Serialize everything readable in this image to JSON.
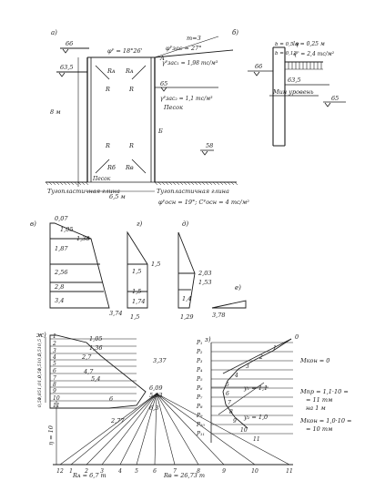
{
  "panel_a": {
    "tag": "а)",
    "elev_66": "66",
    "elev_63_5": "63,5",
    "elev_65": "65",
    "elev_58": "58",
    "depth_8m": "8 м",
    "width_6_5m": "6,5 м",
    "phi_top": "φᴾ = 18°26'",
    "m3": "m=3",
    "phi_za": "φᴾзас = 27°",
    "gamma1": "γᴾзас₁ = 1,98 тс/м³",
    "gamma2": "γᴾзас₂ = 1,1 тс/м³",
    "sand": "Песок",
    "sand_bottom": "Песок",
    "clay_left": "Тугопластичная глина",
    "clay_right": "Тугопластичная глина",
    "soil_params": "φᴾосн = 19°; Сᴾосн = 4 тс/м²",
    "label_A": "A",
    "label_B": "Б",
    "RA_left": "Rᴀ",
    "RA_right": "Rᴀ",
    "RB_left": "Rб",
    "RB_right": "Rв",
    "R_ul": "R",
    "R_ur": "R",
    "R_ll": "R",
    "R_lr": "R"
  },
  "panel_b": {
    "tag": "б)",
    "elev_66": "66",
    "elev_63_5": "63,5",
    "elev_65": "65",
    "dims_top": "b = 0,5 м",
    "dims_mid": "b = 0,12",
    "lq": "lq = 0,25 м",
    "q": "qᴾ = 2,4 тс/м²",
    "min_level": "Мин уровень"
  },
  "panel_v": {
    "tag": "в)",
    "vals": [
      "0,07",
      "1,05",
      "1,38",
      "1,87",
      "2,56",
      "2,8",
      "3,4",
      "3,74"
    ]
  },
  "panel_g": {
    "tag": "г)",
    "vals": [
      "1,5",
      "1,5",
      "1,5",
      "1,74",
      "1,5"
    ]
  },
  "panel_d": {
    "tag": "д)",
    "vals": [
      "2,03",
      "1,53",
      "1,4",
      "1,29"
    ]
  },
  "panel_e": {
    "tag": "е)",
    "vals": [
      "3,78"
    ]
  },
  "panel_zh": {
    "tag": "ж)",
    "left_labels": [
      "0,5",
      "0,51",
      "0,5",
      "0,51",
      "0,51",
      "1,0",
      "1,0",
      "0,85",
      "0,51"
    ],
    "row_nums": [
      "1",
      "2",
      "3",
      "4",
      "5",
      "6",
      "7",
      "8",
      "9",
      "10",
      "11"
    ],
    "vals": [
      "1,05",
      "1,36",
      "2,7",
      "3,37",
      "4,7",
      "5,4",
      "6,09",
      "5,83",
      "6",
      "6,3",
      "2,77"
    ]
  },
  "panel_z": {
    "tag": "з)",
    "p_labels": [
      "P₁",
      "P₂",
      "P₃",
      "P₄",
      "P₅",
      "P₆",
      "P₇",
      "P₈",
      "P₉",
      "P₁₀",
      "P₁₁"
    ],
    "zero": "0",
    "y1": "y₁ = 1,1",
    "y2": "y₂ = 1,0",
    "mkon0": "Мкон = 0",
    "mpr1": "Мпр = 1,1·10 =",
    "mpr2": "= 11 тм",
    "mpr3": "на 1 м",
    "mkon1": "Мкон = 1,0·10 =",
    "mkon2": "= 10 тм",
    "ray_nums": [
      "1",
      "2",
      "3",
      "4",
      "5",
      "6",
      "7",
      "8",
      "9",
      "10",
      "11"
    ]
  },
  "panel_poly": {
    "eta": "η = 10",
    "ra": "Rᴀ = 6,7 т",
    "rb": "Rв = 26,73 т",
    "nums": [
      "12",
      "1",
      "2",
      "3",
      "4",
      "5",
      "6",
      "7",
      "8",
      "9",
      "10",
      "11"
    ]
  }
}
